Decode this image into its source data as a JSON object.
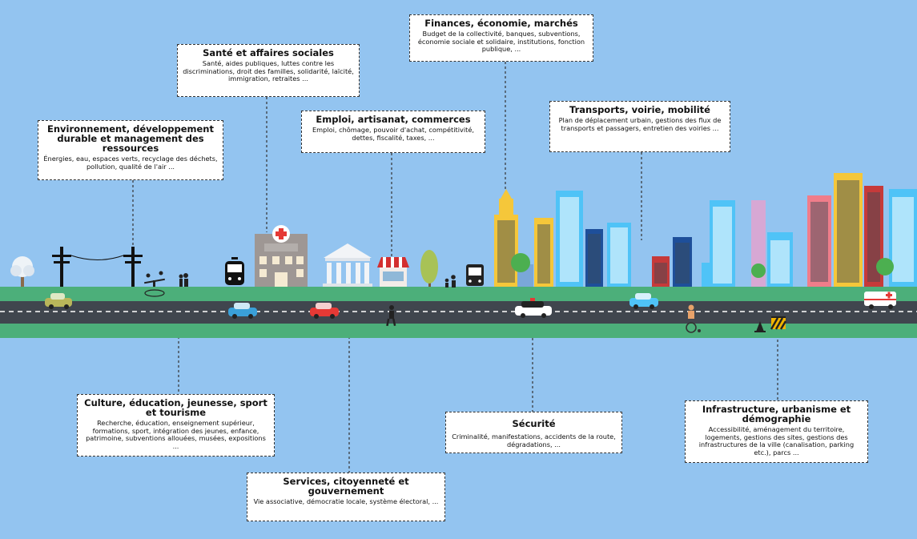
{
  "categories": [
    {
      "id": "env",
      "title": "Environnement, développement durable et management des ressources",
      "desc": "Énergies, eau, espaces verts, recyclage des déchets, pollution, qualité de l'air ..."
    },
    {
      "id": "sante",
      "title": "Santé et affaires sociales",
      "desc": "Santé, aides publiques, luttes contre les discriminations, droit  des familles, solidarité, laïcité, immigration, retraites ..."
    },
    {
      "id": "emploi",
      "title": "Emploi, artisanat, commerces",
      "desc": "Emploi, chômage, pouvoir d'achat, compétitivité, dettes, fiscalité, taxes, ..."
    },
    {
      "id": "finances",
      "title": "Finances, économie, marchés",
      "desc": "Budget de la collectivité, banques, subventions, économie sociale et solidaire, institutions, fonction publique, ..."
    },
    {
      "id": "transports",
      "title": "Transports, voirie, mobilité",
      "desc": "Plan de déplacement urbain, gestions des flux de transports et passagers, entretien des voiries ..."
    },
    {
      "id": "culture",
      "title": "Culture, éducation, jeunesse, sport et tourisme",
      "desc": "Recherche, éducation, enseignement supérieur, formations, sport, intégration des jeunes, enfance, patrimoine, subventions allouées, musées, expositions ..."
    },
    {
      "id": "services",
      "title": "Services, citoyenneté et gouvernement",
      "desc": "Vie associative, démocratie locale, système électoral, ..."
    },
    {
      "id": "securite",
      "title": "Sécurité",
      "desc": "Criminalité, manifestations, accidents de la route, dégradations, ..."
    },
    {
      "id": "infra",
      "title": "Infrastructure, urbanisme et démographie",
      "desc": "Accessibilité, aménagement du territoire, logements, gestions des sites, gestions des infrastructures de la ville (canalisation, parking etc.), parcs ..."
    }
  ]
}
